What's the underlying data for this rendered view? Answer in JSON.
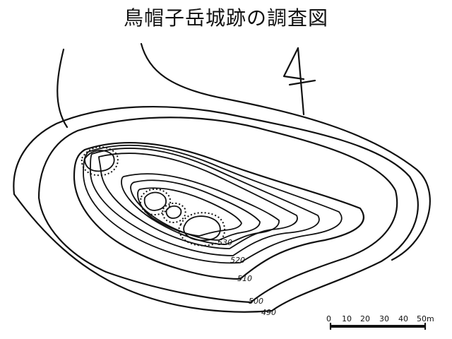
{
  "title": "鳥帽子岳城跡の調査図",
  "contour_labels": {
    "c530": "530",
    "c520": "520",
    "c510": "510",
    "c500": "500",
    "c490": "490"
  },
  "scale_bar": {
    "ticks": [
      "0",
      "10",
      "20",
      "30",
      "40",
      "50m"
    ]
  },
  "north_arrow": "north-arrow-icon"
}
